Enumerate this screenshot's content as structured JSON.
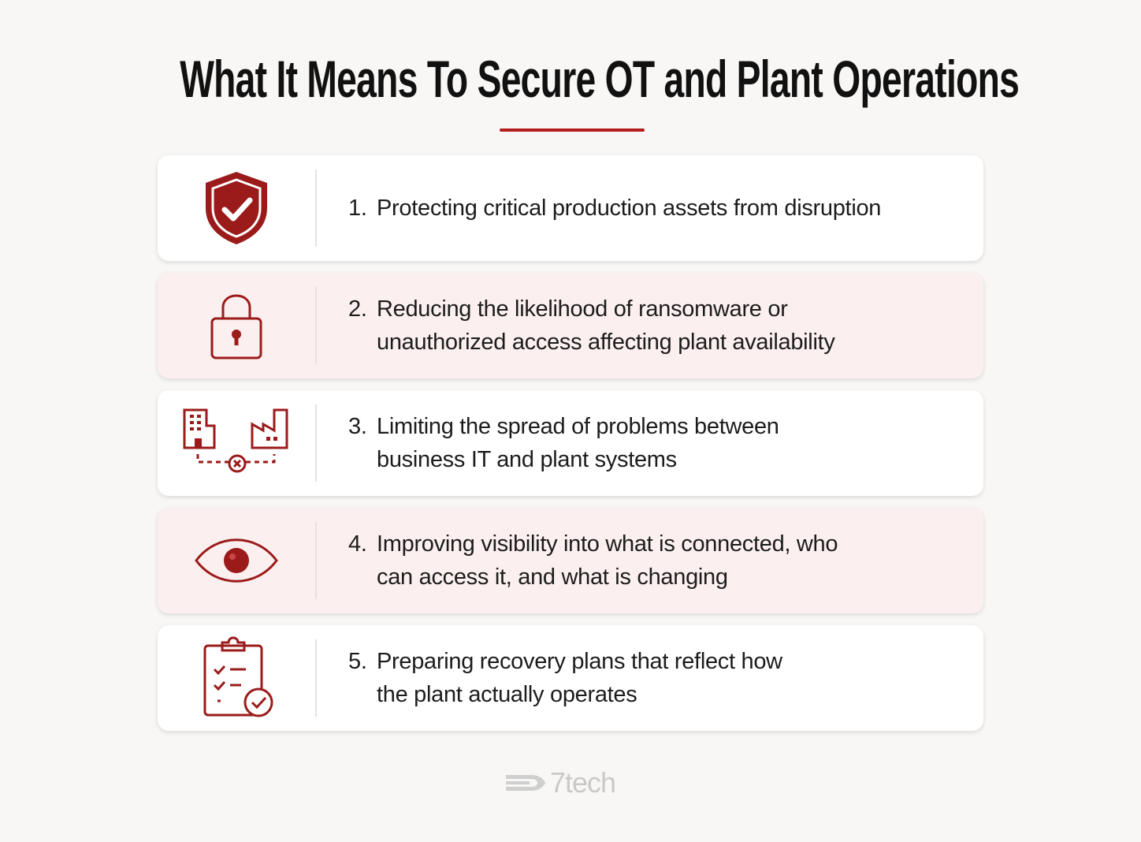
{
  "title": "What It Means To Secure OT and Plant Operations",
  "accent_color": "#9b1b1b",
  "items": [
    {
      "number": "1.",
      "text": "Protecting critical production assets from disruption",
      "icon": "shield-check-icon"
    },
    {
      "number": "2.",
      "text": "Reducing the likelihood of ransomware or unauthorized access affecting plant availability",
      "icon": "padlock-icon"
    },
    {
      "number": "3.",
      "text": "Limiting the spread of problems between business IT and plant systems",
      "icon": "office-factory-blocked-icon"
    },
    {
      "number": "4.",
      "text": "Improving visibility into what is connected, who can access it, and what is changing",
      "icon": "eye-icon"
    },
    {
      "number": "5.",
      "text": "Preparing recovery plans that reflect how the plant actually operates",
      "icon": "clipboard-checklist-icon"
    }
  ],
  "logo": {
    "text": "7tech"
  }
}
